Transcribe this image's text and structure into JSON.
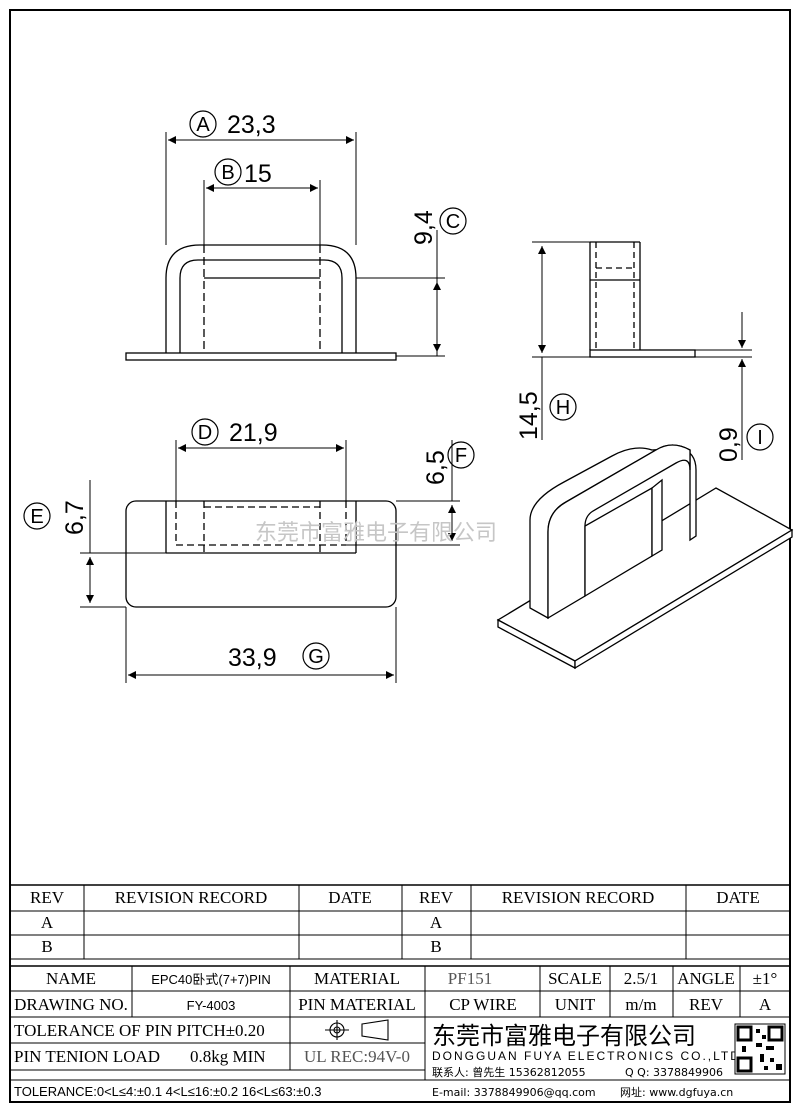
{
  "dimensions": {
    "A": {
      "letter": "A",
      "value": "23,3"
    },
    "B": {
      "letter": "B",
      "value": "15"
    },
    "C": {
      "letter": "C",
      "value": "9,4"
    },
    "D": {
      "letter": "D",
      "value": "21,9"
    },
    "E": {
      "letter": "E",
      "value": "6,7"
    },
    "F": {
      "letter": "F",
      "value": "6,5"
    },
    "G": {
      "letter": "G",
      "value": "33,9"
    },
    "H": {
      "letter": "H",
      "value": "14,5"
    },
    "I": {
      "letter": "I",
      "value": "0,9"
    }
  },
  "watermark": "东莞市富雅电子有限公司",
  "revision": {
    "rev_header": "REV",
    "record_header": "REVISION RECORD",
    "date_header": "DATE",
    "rows": [
      "A",
      "B"
    ]
  },
  "title_block": {
    "name_label": "NAME",
    "name_value": "EPC40卧式(7+7)PIN",
    "material_label": "MATERIAL",
    "material_value": "PF151",
    "scale_label": "SCALE",
    "scale_value": "2.5/1",
    "angle_label": "ANGLE",
    "angle_value": "±1°",
    "drawing_no_label": "DRAWING NO.",
    "drawing_no_value": "FY-4003",
    "pin_material_label": "PIN MATERIAL",
    "pin_material_value": "CP WIRE",
    "unit_label": "UNIT",
    "unit_value": "m/m",
    "rev_label": "REV",
    "rev_value": "A",
    "pin_pitch_tolerance": "TOLERANCE OF PIN PITCH±0.20",
    "pin_tension_label": "PIN TENION LOAD",
    "pin_tension_value": "0.8kg MIN",
    "ul_rec": "UL REC:94V-0",
    "tolerance_line": "TOLERANCE:0<L≤4:±0.1  4<L≤16:±0.2  16<L≤63:±0.3"
  },
  "company": {
    "name_cn": "东莞市富雅电子有限公司",
    "name_en": "DONGGUAN FUYA ELECTRONICS CO.,LTD",
    "contact": "联系人: 曾先生 15362812055",
    "qq": "Q Q: 3378849906",
    "email": "E-mail: 3378849906@qq.com",
    "website": "网址: www.dgfuya.cn"
  }
}
